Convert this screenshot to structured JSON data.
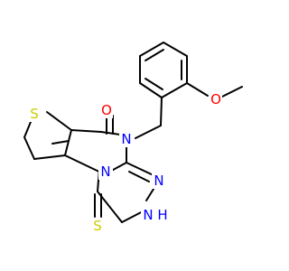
{
  "molecule": {
    "atoms": {
      "O_carbonyl": {
        "label": "O",
        "color": "#ff0000"
      },
      "O_methoxy": {
        "label": "O",
        "color": "#ff0000"
      },
      "S_thiophene": {
        "label": "S",
        "color": "#cccc00"
      },
      "S_thione": {
        "label": "S",
        "color": "#cccc00"
      },
      "N4": {
        "label": "N",
        "color": "#0000ff"
      },
      "N_bridge": {
        "label": "N",
        "color": "#0000ff"
      },
      "N_triazole": {
        "label": "N",
        "color": "#0000ff"
      },
      "NH": {
        "label": "N",
        "color": "#0000ff"
      },
      "NH_h": {
        "label": "H",
        "color": "#0000ff"
      }
    }
  }
}
